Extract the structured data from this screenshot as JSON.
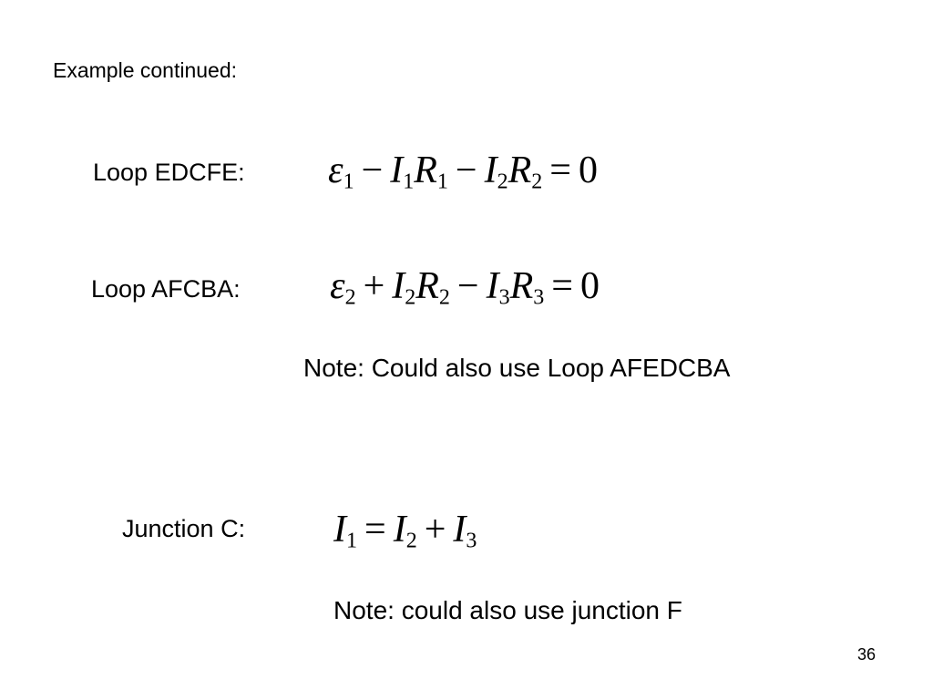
{
  "slide": {
    "title": "Example continued:",
    "page_number": "36"
  },
  "equations": [
    {
      "label": "Loop EDCFE:",
      "terms": [
        {
          "sym": "ε",
          "sub": "1"
        },
        {
          "op": "−"
        },
        {
          "sym": "I",
          "sub": "1"
        },
        {
          "sym": "R",
          "sub": "1"
        },
        {
          "op": "−"
        },
        {
          "sym": "I",
          "sub": "2"
        },
        {
          "sym": "R",
          "sub": "2"
        },
        {
          "op": "="
        },
        {
          "num": "0"
        }
      ]
    },
    {
      "label": "Loop AFCBA:",
      "terms": [
        {
          "sym": "ε",
          "sub": "2"
        },
        {
          "op": "+"
        },
        {
          "sym": "I",
          "sub": "2"
        },
        {
          "sym": "R",
          "sub": "2"
        },
        {
          "op": "−"
        },
        {
          "sym": "I",
          "sub": "3"
        },
        {
          "sym": "R",
          "sub": "3"
        },
        {
          "op": "="
        },
        {
          "num": "0"
        }
      ]
    },
    {
      "label": "Junction C:",
      "terms": [
        {
          "sym": "I",
          "sub": "1"
        },
        {
          "op": "="
        },
        {
          "sym": "I",
          "sub": "2"
        },
        {
          "op": "+"
        },
        {
          "sym": "I",
          "sub": "3"
        }
      ]
    }
  ],
  "notes": [
    "Note: Could also use Loop AFEDCBA",
    "Note: could also use junction F"
  ]
}
